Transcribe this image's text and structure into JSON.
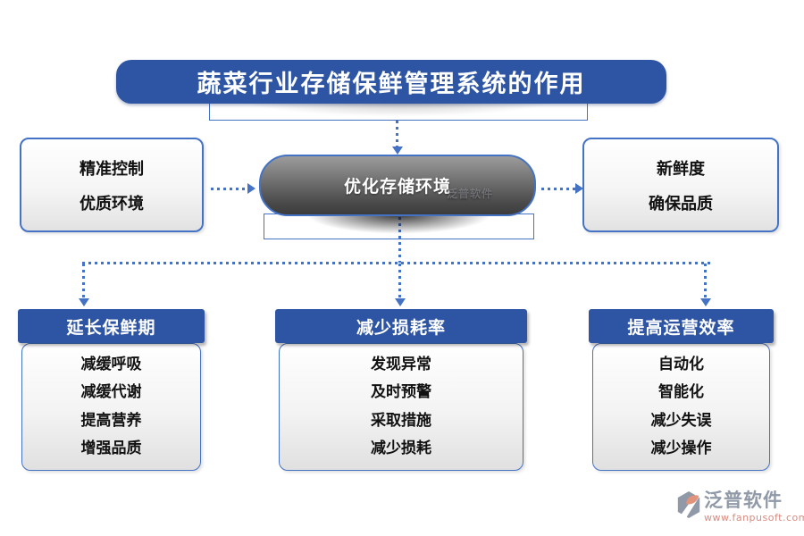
{
  "title": "蔬菜行业存储保鲜管理系统的作用",
  "center_node": {
    "label": "优化存储环境",
    "watermark": "泛普软件"
  },
  "side_boxes": {
    "left": {
      "line1": "精准控制",
      "line2": "优质环境"
    },
    "right": {
      "line1": "新鲜度",
      "line2": "确保品质"
    }
  },
  "groups": [
    {
      "header": "延长保鲜期",
      "items": [
        "减缓呼吸",
        "减缓代谢",
        "提高营养",
        "增强品质"
      ]
    },
    {
      "header": "减少损耗率",
      "items": [
        "发现异常",
        "及时预警",
        "采取措施",
        "减少损耗"
      ]
    },
    {
      "header": "提高运营效率",
      "items": [
        "自动化",
        "智能化",
        "减少失误",
        "减少操作"
      ]
    }
  ],
  "logo": {
    "name": "泛普软件",
    "url": "www.fanpusoft.com"
  },
  "colors": {
    "primary_blue": "#2E54A4",
    "connector_blue": "#4472C4",
    "capsule_gray_top": "#9C9C9C",
    "capsule_gray_bottom": "#3C3C3C",
    "logo_gray": "#9099A8",
    "logo_salmon": "#D98B80",
    "logo_orange": "#E2937B"
  }
}
